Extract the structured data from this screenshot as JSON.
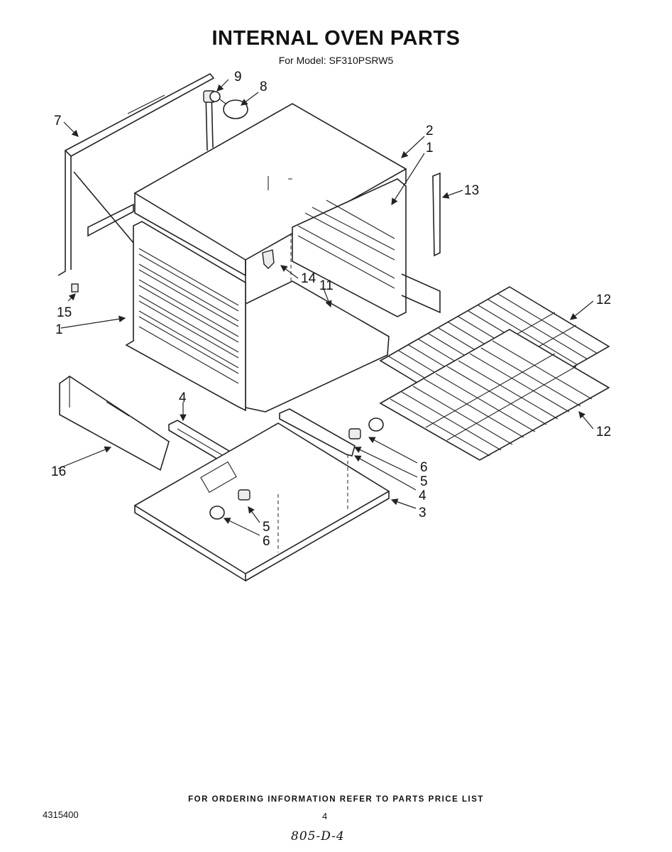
{
  "header": {
    "title": "INTERNAL OVEN PARTS",
    "subtitle": "For Model: SF310PSRW5"
  },
  "callouts": [
    "9",
    "8",
    "7",
    "2",
    "1",
    "13",
    "14",
    "11",
    "15",
    "1",
    "12",
    "4",
    "16",
    "12",
    "6",
    "5",
    "4",
    "3",
    "5",
    "6"
  ],
  "footer": {
    "ordering_note": "FOR ORDERING INFORMATION REFER TO PARTS PRICE LIST",
    "doc_number": "4315400",
    "page_number": "4",
    "handwritten": "805-D-4"
  }
}
